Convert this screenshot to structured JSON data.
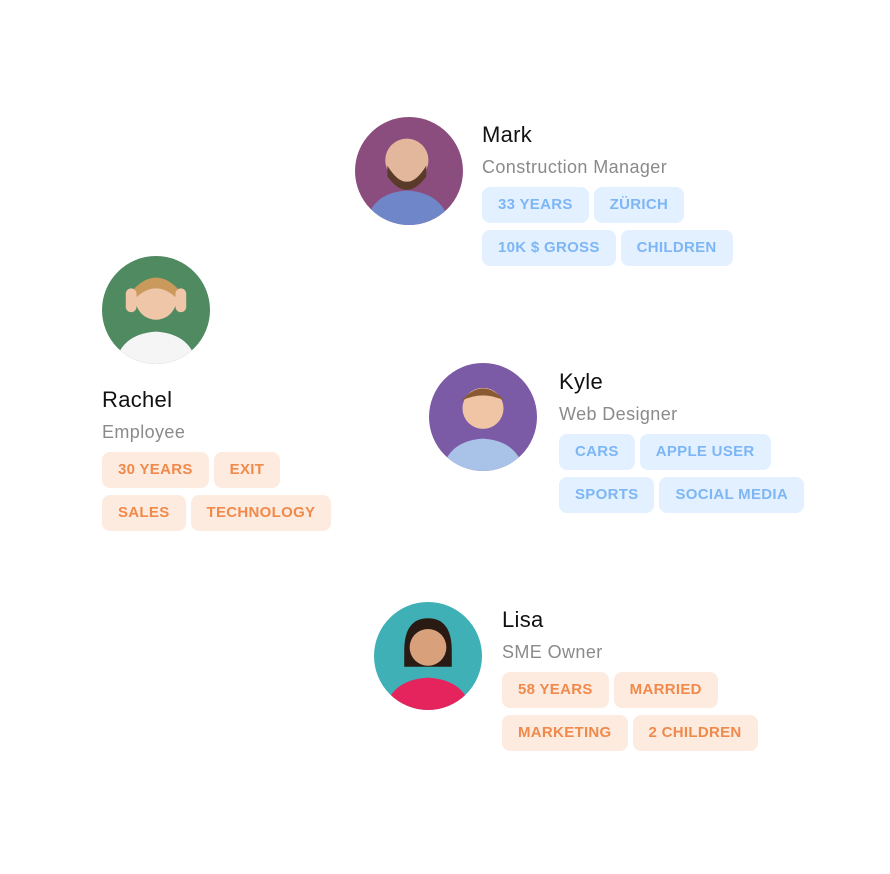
{
  "profiles": [
    {
      "name": "Mark",
      "role": "Construction Manager",
      "bg": "#8b4d7d",
      "tags": [
        [
          "33 YEARS",
          "ZÜRICH"
        ],
        [
          "10K $ GROSS",
          "CHILDREN"
        ]
      ]
    },
    {
      "name": "Rachel",
      "role": "Employee",
      "bg": "#4f8a60",
      "tags": [
        [
          "30 YEARS",
          "EXIT"
        ],
        [
          "SALES",
          "TECHNOLOGY"
        ]
      ]
    },
    {
      "name": "Kyle",
      "role": "Web Designer",
      "bg": "#7b5aa6",
      "tags": [
        [
          "CARS",
          "APPLE USER"
        ],
        [
          "SPORTS",
          "SOCIAL MEDIA"
        ]
      ]
    },
    {
      "name": "Lisa",
      "role": "SME Owner",
      "bg": "#3fb1b6",
      "tags": [
        [
          "58 YEARS",
          "MARRIED"
        ],
        [
          "MARKETING",
          "2 CHILDREN"
        ]
      ]
    }
  ]
}
